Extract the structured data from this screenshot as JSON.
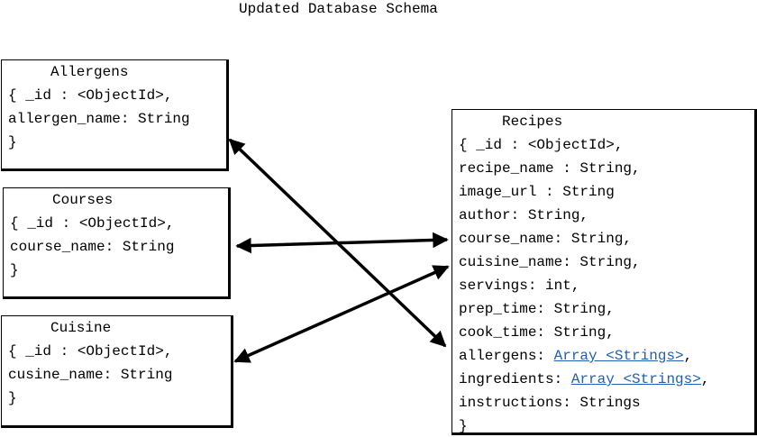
{
  "title": "Updated Database Schema",
  "allergens": {
    "name": "Allergens",
    "lines": [
      "{ _id : <ObjectId>,",
      "allergen_name: String",
      "}"
    ]
  },
  "courses": {
    "name": "Courses",
    "lines": [
      "{ _id : <ObjectId>,",
      "course_name: String",
      "}"
    ]
  },
  "cuisine": {
    "name": "Cuisine",
    "lines": [
      "{ _id : <ObjectId>,",
      "cusine_name: String",
      "}"
    ]
  },
  "recipes": {
    "name": "Recipes",
    "lines": [
      "{ _id : <ObjectId>,",
      "recipe_name : String,",
      "image_url : String",
      "author: String,",
      "course_name: String,",
      "cuisine_name: String,",
      "servings: int,",
      "prep_time: String,",
      "cook_time: String,",
      "instructions: Strings",
      "}"
    ],
    "allergens_field": "allergens: ",
    "allergens_type": "Array <Strings>",
    "ingredients_field": "ingredients: ",
    "ingredients_type": "Array <Strings>",
    "comma": ","
  },
  "colors": {
    "line": "#000000",
    "link": "#1f5fb4"
  }
}
